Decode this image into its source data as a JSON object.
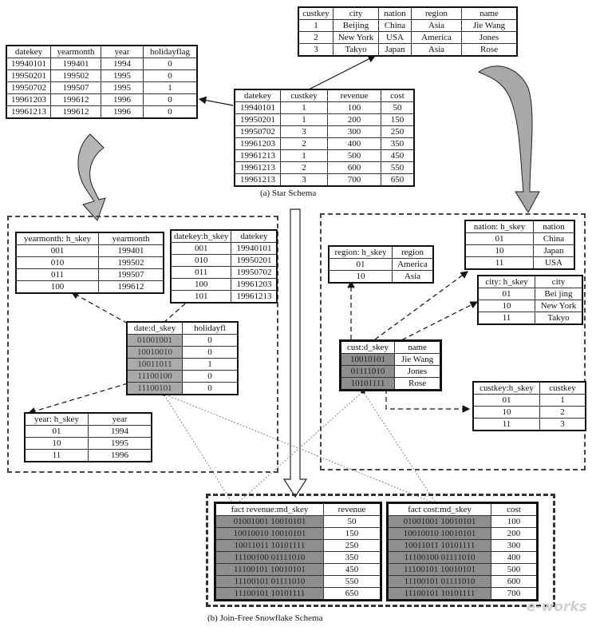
{
  "star": {
    "caption": "(a) Star Schema",
    "customer": {
      "headers": [
        "custkey",
        "city",
        "nation",
        "region",
        "name"
      ],
      "rows": [
        [
          "1",
          "Beijing",
          "China",
          "Asia",
          "Jie Wang"
        ],
        [
          "2",
          "New York",
          "USA",
          "America",
          "Jones"
        ],
        [
          "3",
          "Takyo",
          "Japan",
          "Asia",
          "Rose"
        ]
      ]
    },
    "date": {
      "headers": [
        "datekey",
        "yearmonth",
        "year",
        "holidayflag"
      ],
      "rows": [
        [
          "19940101",
          "199401",
          "1994",
          "0"
        ],
        [
          "19950201",
          "199502",
          "1995",
          "0"
        ],
        [
          "19950702",
          "199507",
          "1995",
          "1"
        ],
        [
          "19961203",
          "199612",
          "1996",
          "0"
        ],
        [
          "19961213",
          "199612",
          "1996",
          "0"
        ]
      ]
    },
    "fact": {
      "headers": [
        "datekey",
        "custkey",
        "revenue",
        "cost"
      ],
      "rows": [
        [
          "19940101",
          "1",
          "100",
          "50"
        ],
        [
          "19950201",
          "1",
          "200",
          "150"
        ],
        [
          "19950702",
          "3",
          "300",
          "250"
        ],
        [
          "19961203",
          "2",
          "400",
          "350"
        ],
        [
          "19961213",
          "1",
          "500",
          "450"
        ],
        [
          "19961213",
          "2",
          "600",
          "550"
        ],
        [
          "19961213",
          "3",
          "700",
          "650"
        ]
      ]
    }
  },
  "snow": {
    "caption": "(b) Join-Free Snowflake Schema",
    "yearmonth": {
      "headers": [
        "yearmonth: h_skey",
        "yearmonth"
      ],
      "rows": [
        [
          "001",
          "199401"
        ],
        [
          "010",
          "199502"
        ],
        [
          "011",
          "199507"
        ],
        [
          "100",
          "199612"
        ]
      ]
    },
    "datekey": {
      "headers": [
        "datekey:h_skey",
        "datekey"
      ],
      "rows": [
        [
          "001",
          "19940101"
        ],
        [
          "010",
          "19950201"
        ],
        [
          "011",
          "19950702"
        ],
        [
          "100",
          "19961203"
        ],
        [
          "101",
          "19961213"
        ]
      ]
    },
    "date_d": {
      "headers": [
        "date:d_skey",
        "holidayfl"
      ],
      "rows": [
        [
          "01001001",
          "0"
        ],
        [
          "10010010",
          "0"
        ],
        [
          "10011011",
          "1"
        ],
        [
          "11100100",
          "0"
        ],
        [
          "11100101",
          "0"
        ]
      ]
    },
    "year": {
      "headers": [
        "year: h_skey",
        "year"
      ],
      "rows": [
        [
          "01",
          "1994"
        ],
        [
          "10",
          "1995"
        ],
        [
          "11",
          "1996"
        ]
      ]
    },
    "nation": {
      "headers": [
        "nation: h_skey",
        "nation"
      ],
      "rows": [
        [
          "01",
          "China"
        ],
        [
          "10",
          "Japan"
        ],
        [
          "11",
          "USA"
        ]
      ]
    },
    "region": {
      "headers": [
        "region: h_skey",
        "region"
      ],
      "rows": [
        [
          "01",
          "America"
        ],
        [
          "10",
          "Asia"
        ]
      ]
    },
    "city": {
      "headers": [
        "city: h_skey",
        "city"
      ],
      "rows": [
        [
          "01",
          "Bei jing"
        ],
        [
          "10",
          "New York"
        ],
        [
          "11",
          "Takyo"
        ]
      ]
    },
    "cust_d": {
      "headers": [
        "cust:d_skey",
        "name"
      ],
      "rows": [
        [
          "10010101",
          "Jie Wang"
        ],
        [
          "01111010",
          "Jones"
        ],
        [
          "10101111",
          "Rose"
        ]
      ]
    },
    "custkey": {
      "headers": [
        "custkey:h_skey",
        "custkey"
      ],
      "rows": [
        [
          "01",
          "1"
        ],
        [
          "10",
          "2"
        ],
        [
          "11",
          "3"
        ]
      ]
    },
    "fact_revenue": {
      "headers": [
        "fact revenue:md_skey",
        "revenue"
      ],
      "rows": [
        [
          "01001001 10010101",
          "50"
        ],
        [
          "10010010 10010101",
          "150"
        ],
        [
          "10011011 10101111",
          "250"
        ],
        [
          "11100100 01111010",
          "350"
        ],
        [
          "11100101 10010101",
          "450"
        ],
        [
          "11100101 01111010",
          "550"
        ],
        [
          "11100101 10101111",
          "650"
        ]
      ]
    },
    "fact_cost": {
      "headers": [
        "fact cost:md_skey",
        "cost"
      ],
      "rows": [
        [
          "01001001 10010101",
          "100"
        ],
        [
          "10010010 10010101",
          "200"
        ],
        [
          "10011011 10101111",
          "300"
        ],
        [
          "11100100 01111010",
          "400"
        ],
        [
          "11100101 10010101",
          "500"
        ],
        [
          "11100101 01111010",
          "600"
        ],
        [
          "11100101 10101111",
          "700"
        ]
      ]
    }
  },
  "logo_text": "e-works"
}
